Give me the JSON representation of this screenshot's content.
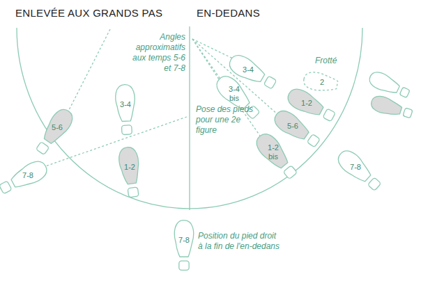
{
  "diagram": {
    "title": "ENLEVÉE AUX GRANDS PAS",
    "nodes": [
      {
        "text": [
          "5-6"
        ]
      },
      {
        "text": [
          "3-4"
        ]
      },
      {
        "text": [
          "3-4"
        ]
      },
      {
        "text": [
          "3-4 bis"
        ]
      },
      {
        "text": [
          "2"
        ]
      },
      {
        "text": [
          "1-2"
        ]
      },
      {
        "text": [
          "5-6"
        ]
      },
      {
        "text": [
          "1-2"
        ]
      },
      {
        "text": [
          "1-2 bis"
        ]
      },
      {
        "text": [
          "7-8"
        ]
      },
      {
        "text": [
          "7-8"
        ]
      },
      {
        "text": [
          "7-8"
        ]
      }
    ],
    "labels": [
      "EN-DEDANS",
      "Angles approximatifs aux temps 5-6 et 7-8",
      "Frotté",
      "Pose des pieds pour une 2e figure",
      "Position du pied droit à la fin de l'en-dedans"
    ]
  }
}
